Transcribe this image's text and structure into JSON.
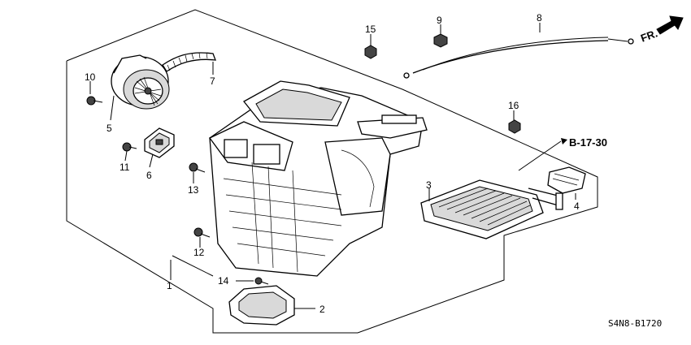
{
  "diagram": {
    "reference_label": "B-17-30",
    "front_label": "FR.",
    "drawing_code": "S4N8-B1720",
    "callouts": [
      "1",
      "2",
      "3",
      "4",
      "5",
      "6",
      "7",
      "8",
      "9",
      "10",
      "11",
      "12",
      "13",
      "14",
      "15",
      "16"
    ]
  }
}
